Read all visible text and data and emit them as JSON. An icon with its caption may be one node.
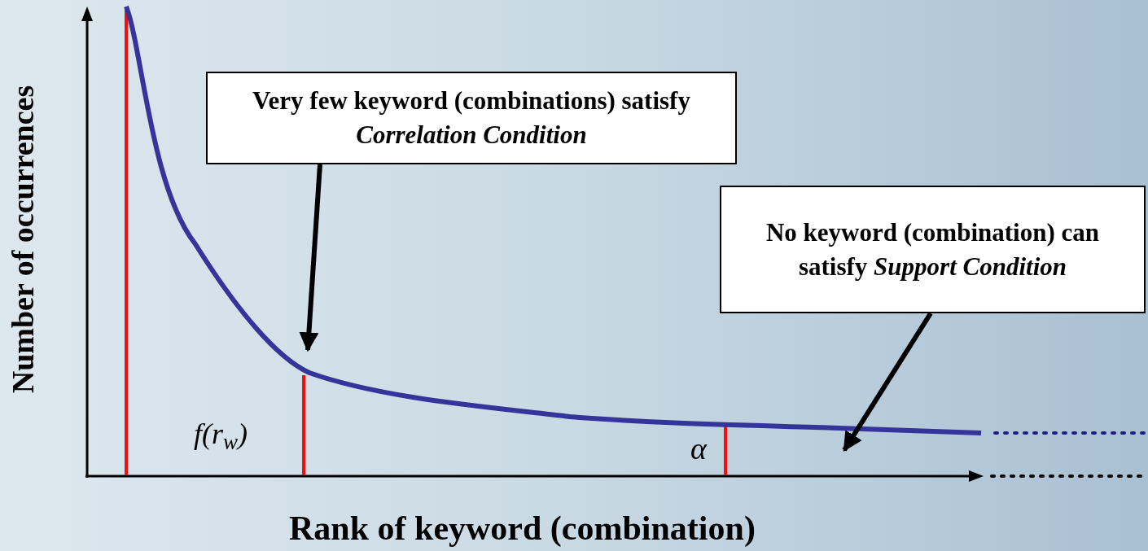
{
  "diagram": {
    "nodes": [
      {
        "text": [
          "Very few keyword (combinations) satisfy *Correlation Condition*"
        ]
      },
      {
        "text": [
          "No keyword (combination) can satisfy *Support Condition*"
        ]
      }
    ],
    "edges": [
      {
        "from": 0,
        "to": null,
        "arrow": "to"
      },
      {
        "from": 1,
        "to": null,
        "arrow": "to"
      }
    ],
    "labels": [
      "Number of occurrences",
      "f(r$_{w}$)",
      "α",
      "Rank of keyword (combination)"
    ]
  }
}
